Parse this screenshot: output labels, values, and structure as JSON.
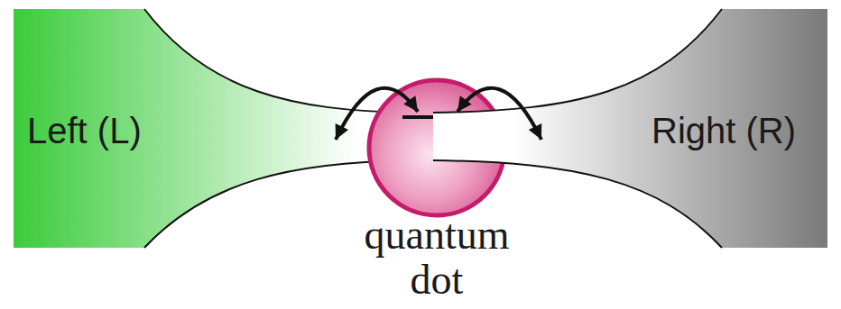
{
  "diagram": {
    "nodes": [
      {
        "text": [
          "Left (L)"
        ]
      },
      {
        "text": [
          "quantum dot"
        ]
      },
      {
        "text": [
          "Right (R)"
        ]
      }
    ],
    "edges": [
      {
        "from": 0,
        "to": 1,
        "arrow": "both"
      },
      {
        "from": 1,
        "to": 2,
        "arrow": "both"
      }
    ]
  }
}
